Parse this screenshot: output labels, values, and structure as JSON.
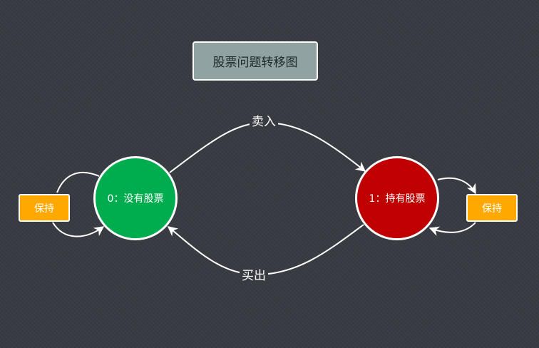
{
  "diagram": {
    "title": "股票问题转移图",
    "states": [
      {
        "label": "0：没有股票",
        "color": "#00ad4e"
      },
      {
        "label": "1：持有股票",
        "color": "#c00000"
      }
    ],
    "holds": [
      {
        "label": "保持"
      },
      {
        "label": "保持"
      }
    ],
    "transitions": {
      "buy": "卖入",
      "sell": "买出"
    },
    "colors": {
      "background": "#383c42",
      "title_fill": "#91a2a3",
      "hold_fill": "#ffa800",
      "edge": "#ffffff"
    }
  }
}
